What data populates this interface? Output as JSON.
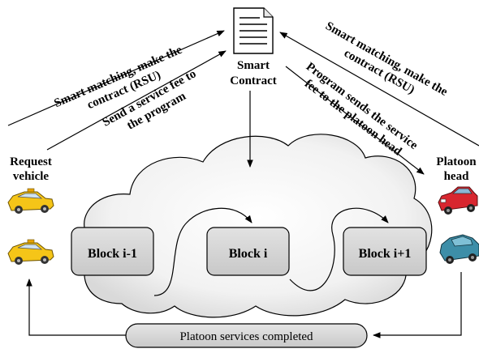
{
  "contract": {
    "title_line1": "Smart",
    "title_line2": "Contract",
    "icon": "document-icon"
  },
  "left": {
    "vehicle_label_line1": "Request",
    "vehicle_label_line2": "vehicle",
    "arrow_upper_line1": "Smart matching, make the",
    "arrow_upper_line2": "contract (RSU)",
    "arrow_lower_line1": "Send a service fee to",
    "arrow_lower_line2": "the program",
    "vehicle_color": "#f5c518"
  },
  "right": {
    "vehicle_label_line1": "Platoon",
    "vehicle_label_line2": "head",
    "arrow_upper_line1": "Smart matching, make the",
    "arrow_upper_line2": "contract (RSU)",
    "arrow_lower_line1": "Program sends the service",
    "arrow_lower_line2": "fee to the platoon head",
    "red_car_color": "#d8262f",
    "teal_car_color": "#3d8ea8"
  },
  "blocks": [
    {
      "label": "Block i-1"
    },
    {
      "label": "Block i"
    },
    {
      "label": "Block i+1"
    }
  ],
  "footer": {
    "label": "Platoon services completed"
  }
}
